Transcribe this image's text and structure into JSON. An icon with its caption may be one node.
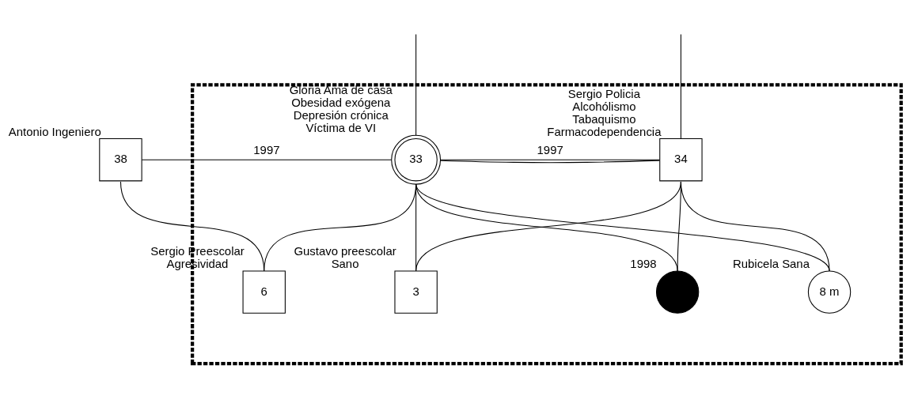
{
  "diagram": {
    "nodes": [
      {
        "text": [],
        "shape": "box"
      },
      {
        "text": [
          "38"
        ],
        "beside": [
          "Antonio Ingeniero"
        ]
      },
      {
        "text": [
          "33"
        ],
        "beside": [
          "Gloria Ama de casa Obesidad exógena Depresión crónica Víctima de VI"
        ],
        "in": 0
      },
      {
        "text": [
          "34"
        ],
        "beside": [
          "Sergio Policia Alcohólismo Tabaquismo Farmacodependencia"
        ],
        "in": 0
      },
      {
        "text": [
          "6"
        ],
        "beside": [
          "Sergio Preescolar Agresividad"
        ],
        "in": 0
      },
      {
        "text": [],
        "shape": "circle",
        "beside": [
          "1998"
        ],
        "in": 0
      },
      {
        "text": [
          "3"
        ],
        "beside": [
          "Gustavo preescolar Sano"
        ],
        "in": 0
      },
      {
        "text": [
          "8 m"
        ],
        "beside": [
          "Rubicela Sana"
        ],
        "in": 0
      }
    ],
    "edges": [
      {
        "from": null,
        "to": 2,
        "arrow": "none"
      },
      {
        "from": null,
        "to": 3,
        "arrow": "none"
      },
      {
        "from": 2,
        "to": 3,
        "arrow": "none"
      },
      {
        "from": 2,
        "to": 3,
        "arrow": "none",
        "label": "1997"
      },
      {
        "from": 1,
        "to": 2,
        "arrow": "none",
        "label": "1997"
      },
      {
        "from": 1,
        "to": 4,
        "arrow": "none"
      },
      {
        "from": 2,
        "to": 4,
        "arrow": "none"
      },
      {
        "from": 2,
        "to": 5,
        "arrow": "none"
      },
      {
        "from": 2,
        "to": 6,
        "arrow": "none"
      },
      {
        "from": 2,
        "to": 7,
        "arrow": "none"
      },
      {
        "from": 3,
        "to": 5,
        "arrow": "none"
      },
      {
        "from": 3,
        "to": 6,
        "arrow": "none"
      },
      {
        "from": 3,
        "to": 7,
        "arrow": "none"
      }
    ]
  }
}
